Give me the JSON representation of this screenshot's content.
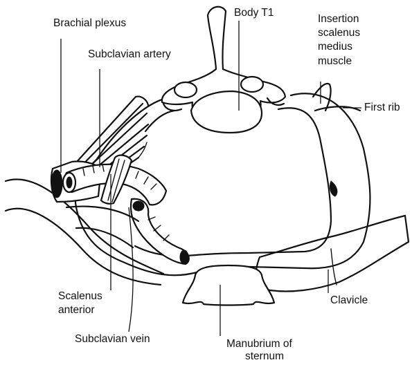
{
  "labels": {
    "brachial_plexus": "Brachial plexus",
    "subclavian_artery": "Subclavian artery",
    "body_t1": "Body T1",
    "insertion_line1": "Insertion",
    "insertion_line2": "scalenus",
    "insertion_line3": "medius",
    "insertion_line4": "muscle",
    "first_rib": "First rib",
    "scalenus_line1": "Scalenus",
    "scalenus_line2": "anterior",
    "clavicle": "Clavicle",
    "subclavian_vein": "Subclavian vein",
    "manubrium_line1": "Manubrium of",
    "manubrium_line2": "sternum"
  },
  "colors": {
    "ink": "#111111",
    "background": "#ffffff"
  }
}
